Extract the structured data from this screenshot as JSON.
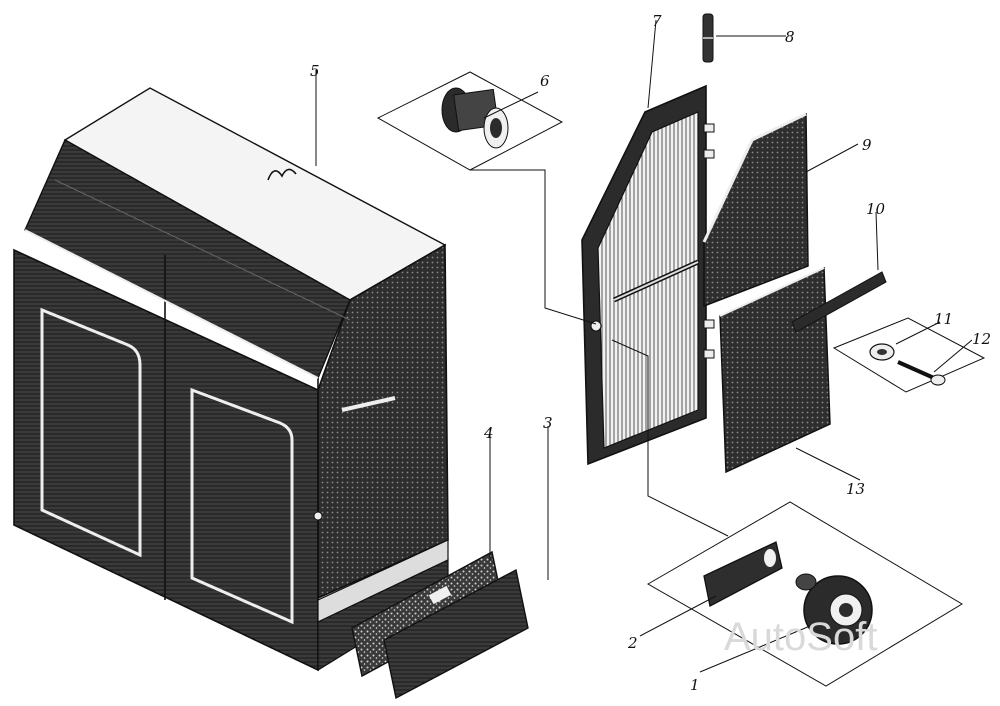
{
  "callouts": [
    "1",
    "2",
    "3",
    "4",
    "5",
    "6",
    "7",
    "8",
    "9",
    "10",
    "11",
    "12",
    "13"
  ],
  "watermark": "AutoSoft"
}
